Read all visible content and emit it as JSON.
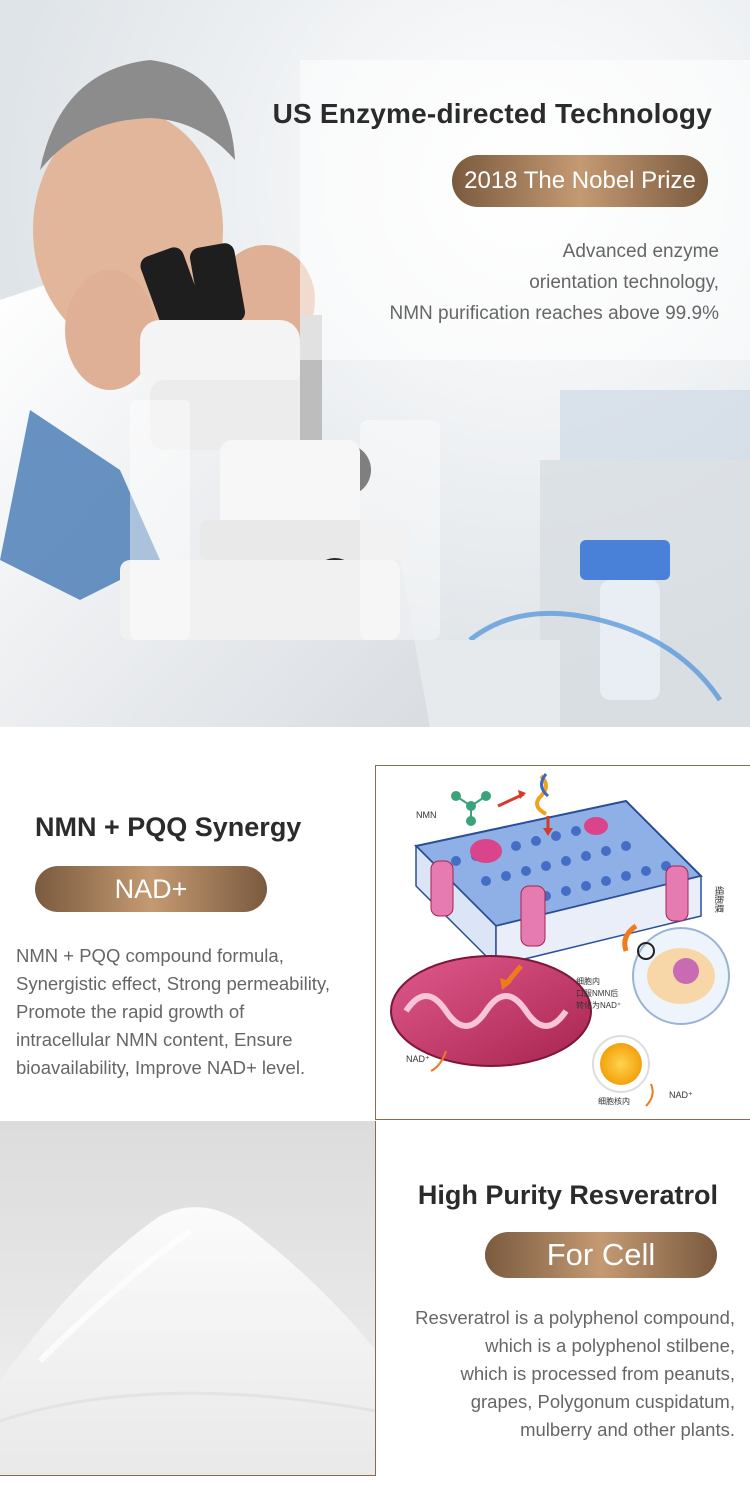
{
  "hero": {
    "title": "US Enzyme-directed Technology",
    "badge": "2018 The Nobel Prize",
    "desc_lines": [
      "Advanced enzyme",
      "orientation technology,",
      "NMN purification reaches above 99.9%"
    ]
  },
  "synergy": {
    "title": "NMN + PQQ Synergy",
    "badge": "NAD+",
    "desc_lines": [
      "NMN + PQQ compound formula,",
      "Synergistic effect, Strong permeability,",
      "Promote the rapid growth of",
      "intracellular NMN content, Ensure",
      "bioavailability, Improve NAD+ level."
    ],
    "diagram": {
      "nmn": "NMN",
      "membrane": "细胞膜",
      "convert_1": "细胞内",
      "convert_2": "口服NMN后",
      "convert_3": "转化为NAD⁺",
      "nad_left": "NAD⁺",
      "nad_right": "NAD⁺",
      "nucleus": "细胞核内"
    }
  },
  "resveratrol": {
    "title": "High Purity Resveratrol",
    "badge": "For Cell",
    "desc_lines": [
      "Resveratrol is a polyphenol compound,",
      "which is a polyphenol stilbene,",
      "which is processed from peanuts,",
      "grapes, Polygonum cuspidatum,",
      "mulberry and other plants."
    ]
  },
  "colors": {
    "gold": "#b08a64",
    "gold_dark": "#7a5a3f",
    "border": "#8c6a4c",
    "text": "#666666"
  }
}
